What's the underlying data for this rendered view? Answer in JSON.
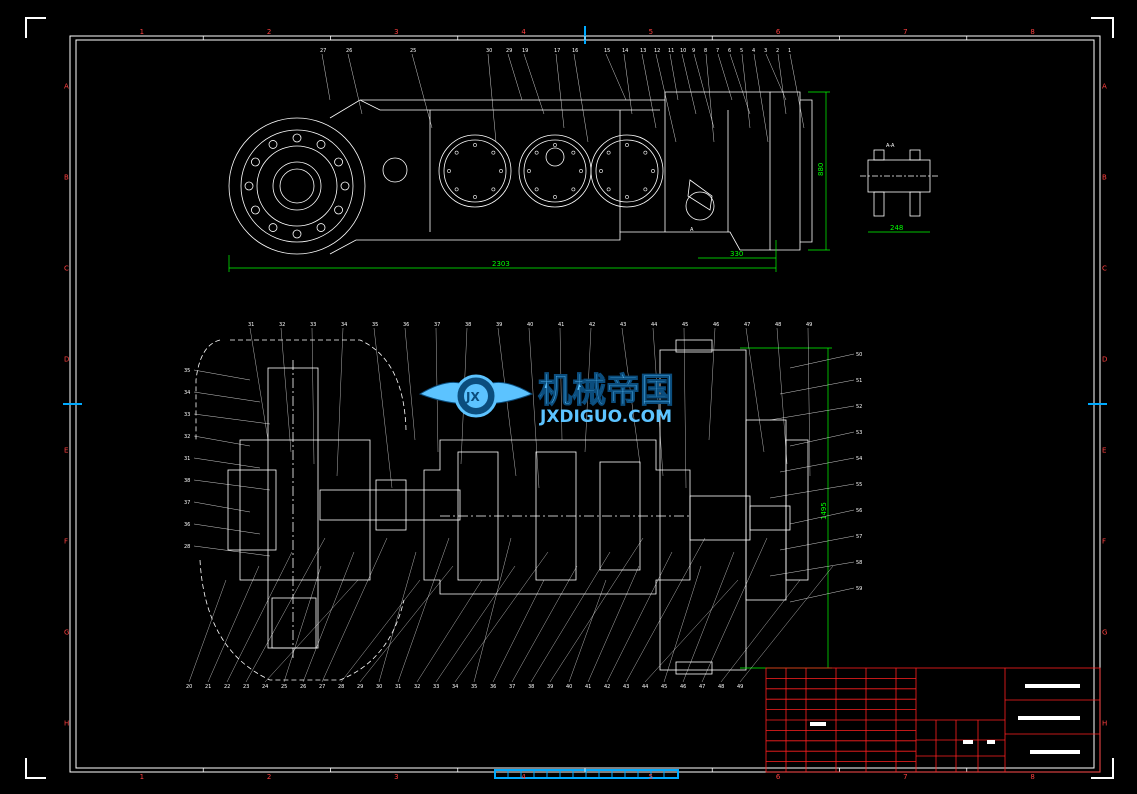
{
  "frame": {
    "column_labels": [
      "1",
      "2",
      "3",
      "4",
      "5",
      "6",
      "7",
      "8"
    ],
    "row_labels": [
      "A",
      "B",
      "C",
      "D",
      "E",
      "F",
      "G",
      "H"
    ]
  },
  "top_view": {
    "part_labels": [
      "27",
      "26",
      "25",
      "30",
      "29",
      "19",
      "17",
      "16",
      "15",
      "14",
      "13",
      "12",
      "11",
      "10",
      "9",
      "8",
      "7",
      "6",
      "5",
      "4",
      "3",
      "2",
      "1"
    ],
    "dim_length": "2303",
    "dim_height": "880",
    "dim_offset": "330",
    "section_tag": "A",
    "section_label": "A-A",
    "section_width": "248"
  },
  "main_view": {
    "dim_height": "1495",
    "left_labels": [
      "35",
      "34",
      "33",
      "32",
      "31",
      "38",
      "37",
      "36",
      "28"
    ],
    "right_labels": [
      "50",
      "51",
      "52",
      "53",
      "54",
      "55",
      "56",
      "57",
      "58",
      "59"
    ],
    "top_labels": [
      "31",
      "32",
      "33",
      "34",
      "35",
      "36",
      "37",
      "38",
      "39",
      "40",
      "41",
      "42",
      "43",
      "44",
      "45",
      "46",
      "47",
      "48",
      "49"
    ],
    "bottom_labels": [
      "20",
      "21",
      "22",
      "23",
      "24",
      "25",
      "26",
      "27",
      "28",
      "29",
      "30",
      "31",
      "32",
      "33",
      "34",
      "35",
      "36",
      "37",
      "38",
      "39",
      "40",
      "41",
      "42",
      "43",
      "44",
      "45",
      "46",
      "47",
      "48",
      "49"
    ]
  },
  "watermark": {
    "title": "机械帝国",
    "subtitle": "JXDIGUO.COM",
    "badge": "JX"
  },
  "colors": {
    "frame": "#ffffff",
    "grid_text": "#ff4040",
    "dimension": "#00ff00",
    "title_block": "#ff2020",
    "geometry": "#ffffff",
    "watermark": "#5cc3ff",
    "center_marks": "#00aaff"
  }
}
